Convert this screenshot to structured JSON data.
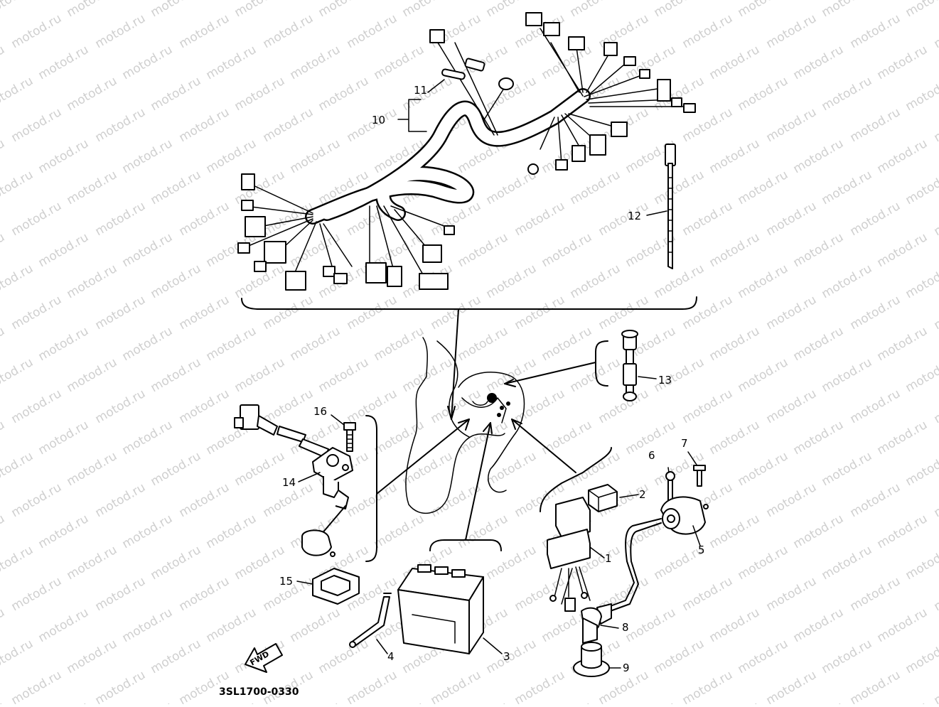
{
  "watermark": "motod.ru",
  "drawing_code": "3SL1700-0330",
  "fwd_label": "FWD",
  "callouts": [
    {
      "id": "1",
      "label": "1"
    },
    {
      "id": "2",
      "label": "2"
    },
    {
      "id": "3",
      "label": "3"
    },
    {
      "id": "4",
      "label": "4"
    },
    {
      "id": "5",
      "label": "5"
    },
    {
      "id": "6",
      "label": "6"
    },
    {
      "id": "7",
      "label": "7"
    },
    {
      "id": "8",
      "label": "8"
    },
    {
      "id": "9",
      "label": "9"
    },
    {
      "id": "10",
      "label": "10"
    },
    {
      "id": "11",
      "label": "11"
    },
    {
      "id": "12",
      "label": "12"
    },
    {
      "id": "13",
      "label": "13"
    },
    {
      "id": "14",
      "label": "14"
    },
    {
      "id": "15",
      "label": "15"
    },
    {
      "id": "16",
      "label": "16"
    }
  ]
}
